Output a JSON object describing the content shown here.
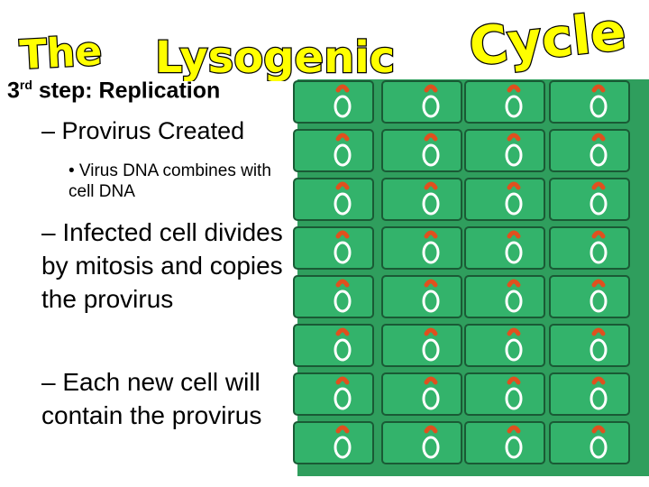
{
  "title": {
    "word1": "The",
    "word2": "Lysogenic",
    "word3": "Cycle",
    "colors": {
      "fill": "#ffff00",
      "stroke": "#000000"
    }
  },
  "content": {
    "heading_ordinal": "3",
    "heading_suffix": "rd",
    "heading_rest": " step: Replication",
    "bullet1": "– Provirus Created",
    "bullet1_sub": "• Virus DNA combines with cell DNA",
    "bullet2": "– Infected cell divides by mitosis and copies the provirus",
    "bullet3": "– Each new cell will contain the provirus"
  },
  "illustration": {
    "cell_fill": "#33b36b",
    "cell_stroke": "#1a5a35",
    "nucleus_ring": "#ffffff",
    "provirus_color": "#e0501e",
    "rows": 8,
    "columns": 4
  }
}
